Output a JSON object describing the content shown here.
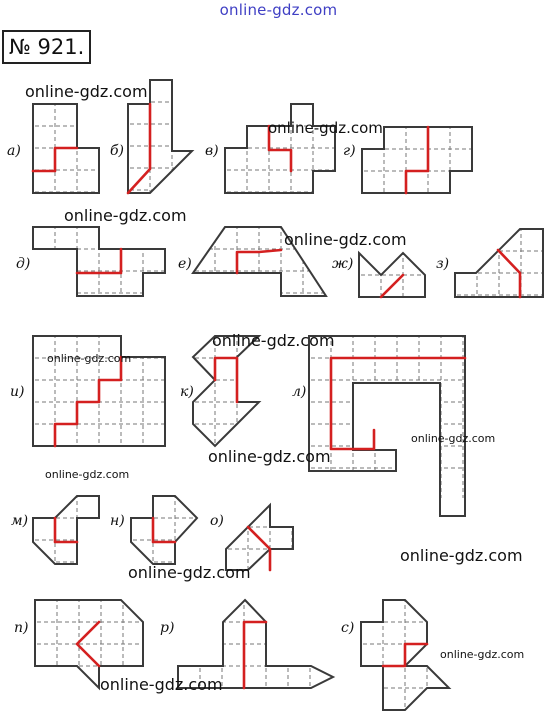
{
  "header": {
    "site": "online-gdz.com"
  },
  "problem": {
    "number_label": "№ 921."
  },
  "watermark_text": "online-gdz.com",
  "figures": [
    {
      "id": "a",
      "label": "а)"
    },
    {
      "id": "b",
      "label": "б)"
    },
    {
      "id": "v",
      "label": "в)"
    },
    {
      "id": "g",
      "label": "г)"
    },
    {
      "id": "d",
      "label": "д)"
    },
    {
      "id": "e",
      "label": "е)"
    },
    {
      "id": "zh",
      "label": "ж)"
    },
    {
      "id": "z",
      "label": "з)"
    },
    {
      "id": "i",
      "label": "и)"
    },
    {
      "id": "k",
      "label": "к)"
    },
    {
      "id": "l",
      "label": "л)"
    },
    {
      "id": "m",
      "label": "м)"
    },
    {
      "id": "n",
      "label": "н)"
    },
    {
      "id": "o",
      "label": "о)"
    },
    {
      "id": "p",
      "label": "п)"
    },
    {
      "id": "r",
      "label": "р)"
    },
    {
      "id": "s",
      "label": "с)"
    }
  ],
  "colors": {
    "outline": "#3a3a3a",
    "grid": "#777777",
    "cut": "#d42020",
    "watermark": "#111111",
    "header": "#3f3fc4"
  }
}
